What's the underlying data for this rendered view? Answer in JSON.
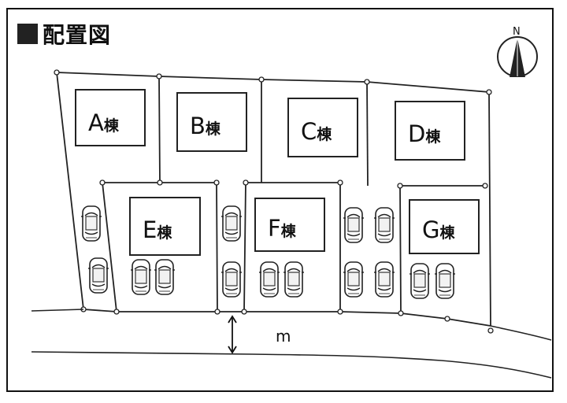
{
  "header": {
    "title": "配置図"
  },
  "compass": {
    "north_label": "N"
  },
  "buildings": [
    {
      "letter": "A",
      "suffix": "棟"
    },
    {
      "letter": "B",
      "suffix": "棟"
    },
    {
      "letter": "C",
      "suffix": "棟"
    },
    {
      "letter": "D",
      "suffix": "棟"
    },
    {
      "letter": "E",
      "suffix": "棟"
    },
    {
      "letter": "F",
      "suffix": "棟"
    },
    {
      "letter": "G",
      "suffix": "棟"
    }
  ],
  "road": {
    "width_label": "m"
  }
}
